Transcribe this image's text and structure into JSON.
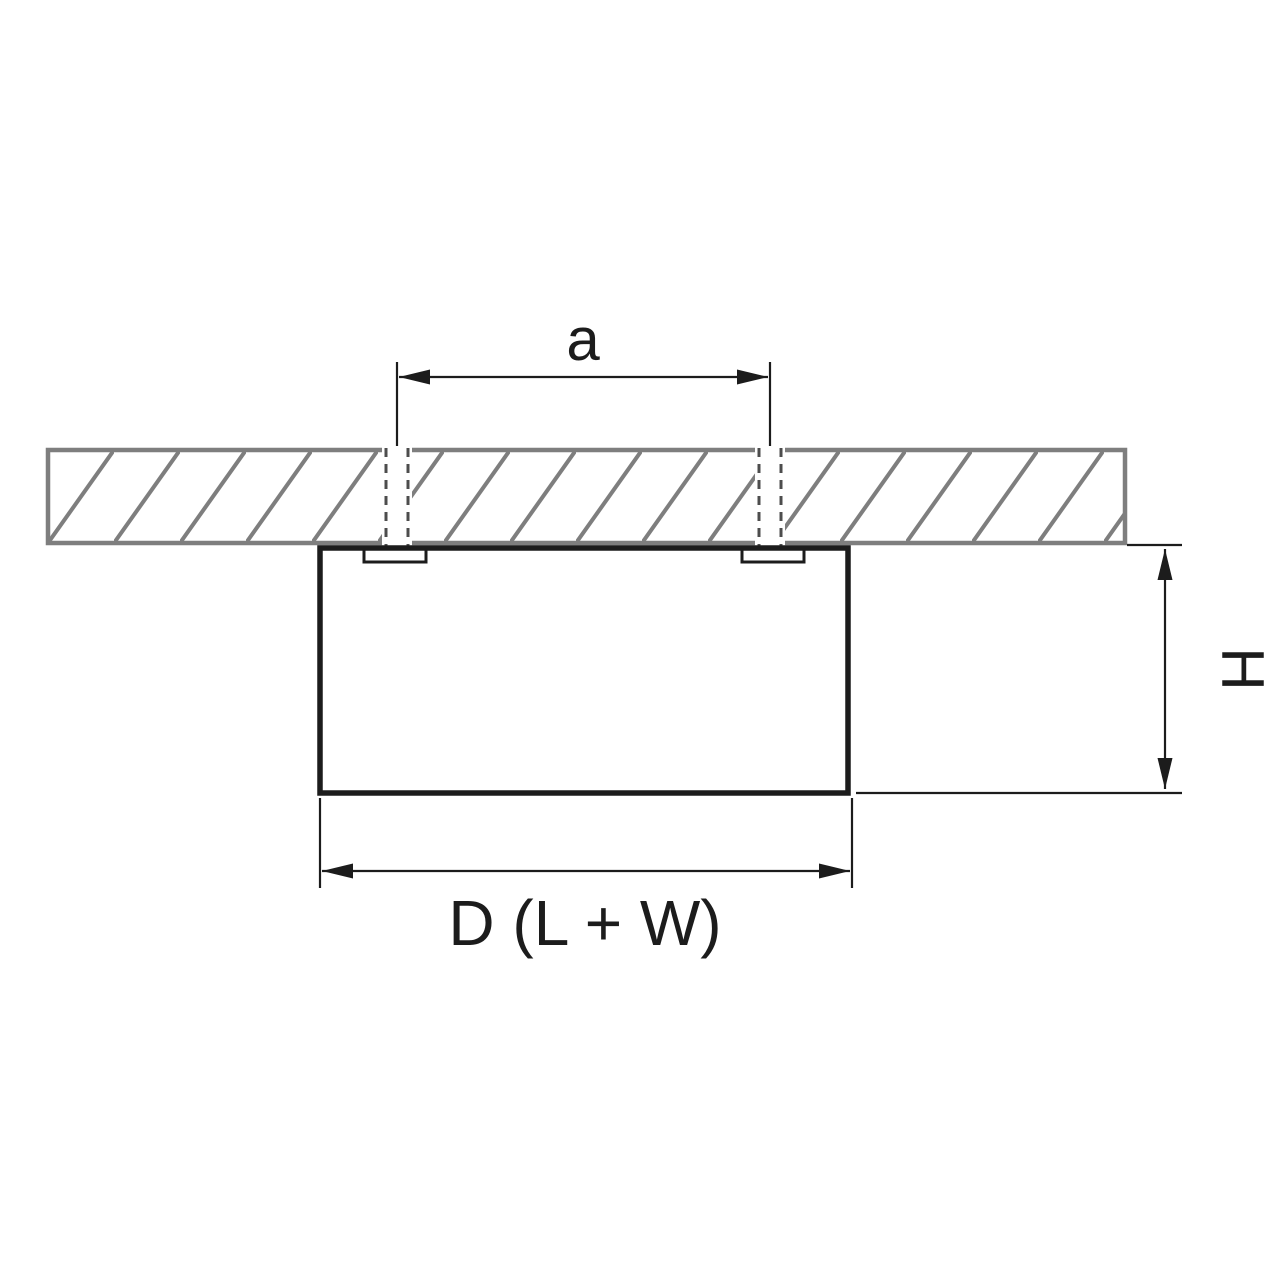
{
  "diagram": {
    "labels": {
      "hole_spacing": "a",
      "fixture_height": "H",
      "fixture_diameter": "D (L + W)"
    },
    "colors": {
      "slab_gray": "#7e7e7e",
      "line_black": "#1c1c1c",
      "dash_gray": "#4d4d4d",
      "background": "#ffffff"
    }
  }
}
